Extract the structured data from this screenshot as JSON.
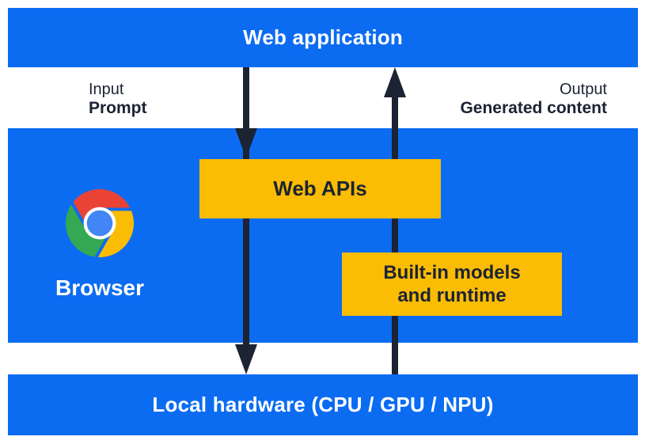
{
  "colors": {
    "primary-blue": "#0b6cf2",
    "accent-yellow": "#fbbc04",
    "dark-navy": "#1c2333",
    "text-white": "#ffffff",
    "chrome-red": "#ea4335",
    "chrome-yellow": "#fbbc04",
    "chrome-green": "#34a853",
    "chrome-blue": "#4285f4",
    "chrome-ring": "#ffffff"
  },
  "app_bar": {
    "label": "Web application"
  },
  "flow": {
    "input_caption": "Input",
    "input_value": "Prompt",
    "output_caption": "Output",
    "output_value": "Generated content"
  },
  "browser": {
    "icon": "chrome-logo",
    "label": "Browser",
    "web_apis_label": "Web APIs",
    "builtin_models_line1": "Built-in models",
    "builtin_models_line2": "and runtime"
  },
  "hardware_bar": {
    "label": "Local hardware (CPU / GPU / NPU)"
  }
}
